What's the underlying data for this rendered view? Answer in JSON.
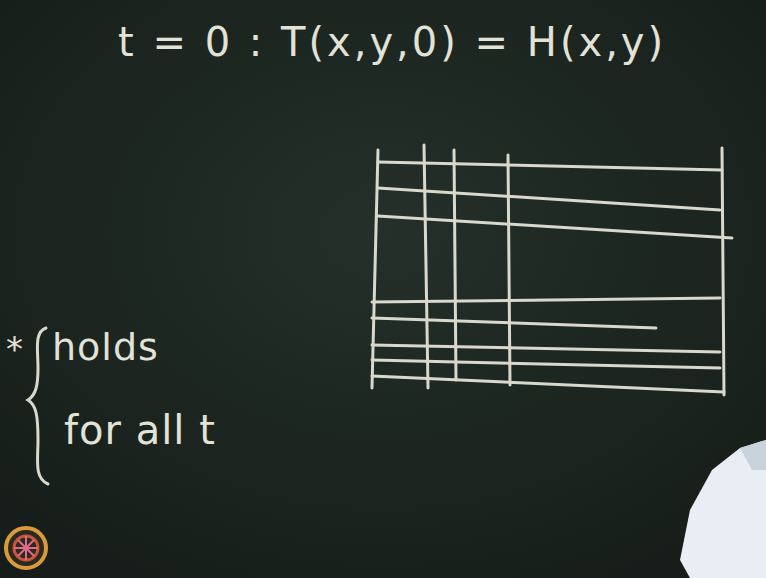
{
  "diagram": {
    "labels": [
      "t = 0 : T(x,y,0) = H(x,y)",
      "*",
      "holds",
      "for all t"
    ]
  }
}
